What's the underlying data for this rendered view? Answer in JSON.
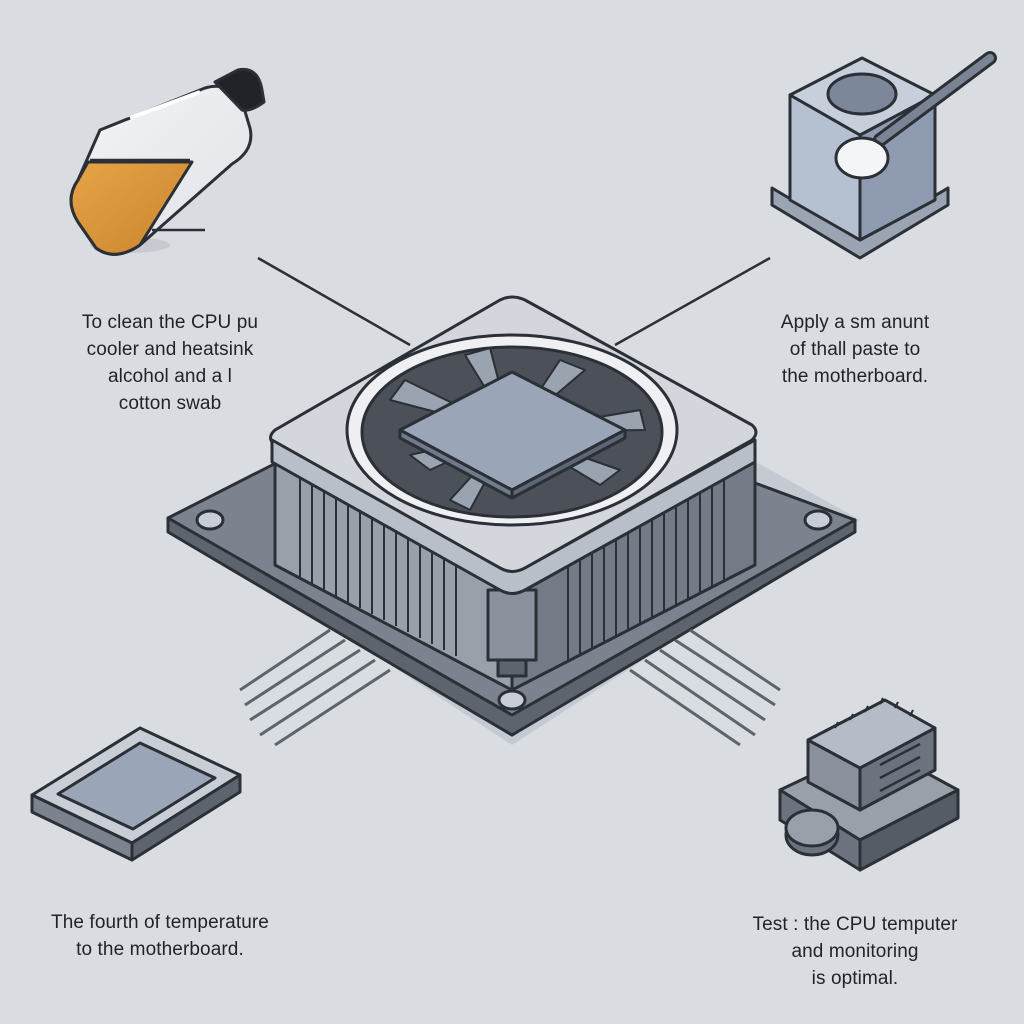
{
  "captions": {
    "top_left": "To clean the CPU pu\ncooler and heatsink\nalcohol and a l\ncotton swab",
    "top_right": "Apply a sm anunt\nof thall paste to\nthe motherboard.",
    "bottom_left": "The fourth of temperature\nto the motherboard.",
    "bottom_right": "Test :  the CPU temputer\nand monitoring\nis optimal."
  },
  "colors": {
    "background": "#d9dde2",
    "outline": "#2b2f36",
    "metal_light": "#c9ced6",
    "metal_mid": "#8a919c",
    "metal_dark": "#5e646e",
    "chip_blue": "#9aa6b8",
    "alcohol_orange": "#d9963a"
  },
  "icons": {
    "top_left": "alcohol-bottle-icon",
    "top_right": "thermal-paste-cooler-icon",
    "bottom_left": "thermal-pad-icon",
    "bottom_right": "temperature-sensor-icon",
    "center": "cpu-cooler-heatsink-icon"
  }
}
